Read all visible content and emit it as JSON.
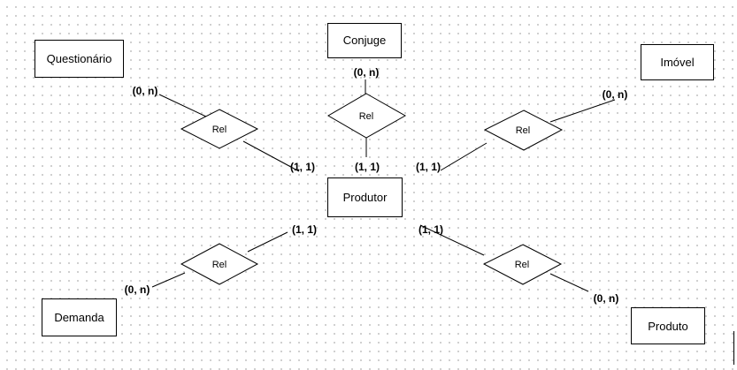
{
  "entities": {
    "questionario": "Questionário",
    "conjuge": "Conjuge",
    "imovel": "Imóvel",
    "produtor": "Produtor",
    "demanda": "Demanda",
    "produto": "Produto"
  },
  "relationships": {
    "questionario": "Rel",
    "conjuge": "Rel",
    "imovel": "Rel",
    "demanda": "Rel",
    "produto": "Rel"
  },
  "cardinalities": {
    "questionario_entity": "(0, n)",
    "questionario_produtor": "(1, 1)",
    "conjuge_entity": "(0, n)",
    "conjuge_produtor": "(1, 1)",
    "imovel_entity": "(0, n)",
    "imovel_produtor": "(1, 1)",
    "demanda_produtor": "(1, 1)",
    "demanda_entity": "(0, n)",
    "produto_produtor": "(1, 1)",
    "produto_entity": "(0, n)"
  }
}
